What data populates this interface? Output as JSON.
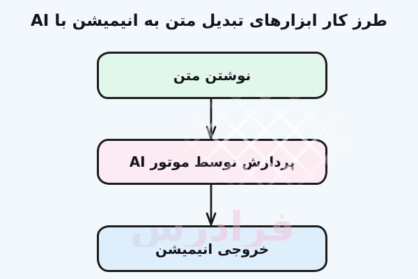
{
  "title": "طرز کار ابزارهای تبدیل متن به انیمیشن با AI",
  "chart_data": {
    "type": "flowchart",
    "direction": "top-to-bottom",
    "nodes": [
      {
        "id": "write-text",
        "label": "نوشتن متن",
        "fill": "#e2f7ec"
      },
      {
        "id": "ai-processing",
        "label": "پردازش توسط موتور AI",
        "fill": "#fcebf2"
      },
      {
        "id": "animation-output",
        "label": "خروجی انیمیشن",
        "fill": "#dfeefb"
      }
    ],
    "connectors": [
      {
        "from": "write-text",
        "to": "ai-processing",
        "type": "arrow-down"
      },
      {
        "from": "ai-processing",
        "to": "animation-output",
        "type": "arrow-down"
      }
    ]
  },
  "watermark": {
    "text": "فرادرس"
  },
  "colors": {
    "background": "#f3f8fc",
    "ink": "#1b1b1b",
    "title_text": "#14141e",
    "node_fills": [
      "#e2f7ec",
      "#fcebf2",
      "#dfeefb"
    ],
    "watermark_pink": "#f5b8d2",
    "watermark_blue": "#b9d6f2"
  }
}
